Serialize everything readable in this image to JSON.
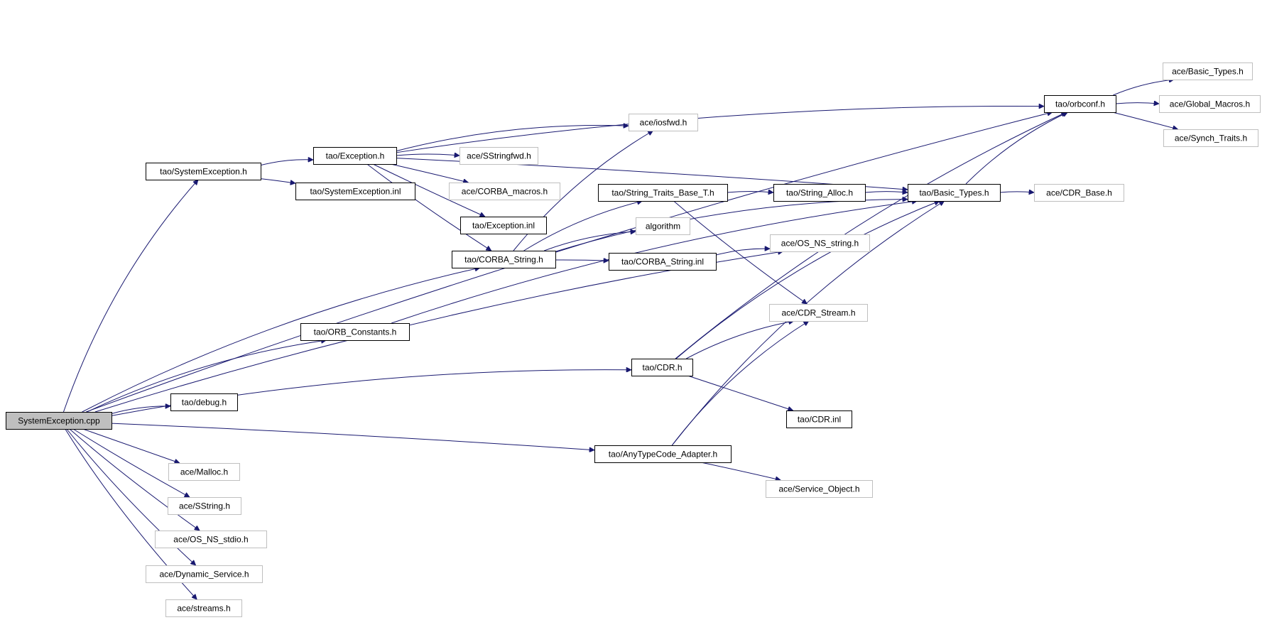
{
  "colors": {
    "edge": "#191970",
    "root_fill": "#bfbfbf",
    "local_border": "#000000",
    "external_border": "#bfbfbf",
    "node_fill": "#ffffff"
  },
  "nodes": [
    {
      "id": "root",
      "label": "SystemException.cpp",
      "kind": "root"
    },
    {
      "id": "sysexc_h",
      "label": "tao/SystemException.h",
      "kind": "local"
    },
    {
      "id": "sysexc_inl",
      "label": "tao/SystemException.inl",
      "kind": "local"
    },
    {
      "id": "exception_h",
      "label": "tao/Exception.h",
      "kind": "local"
    },
    {
      "id": "sstringfwd",
      "label": "ace/SStringfwd.h",
      "kind": "external"
    },
    {
      "id": "corba_macros",
      "label": "ace/CORBA_macros.h",
      "kind": "external"
    },
    {
      "id": "exception_inl",
      "label": "tao/Exception.inl",
      "kind": "local"
    },
    {
      "id": "iosfwd",
      "label": "ace/iosfwd.h",
      "kind": "external"
    },
    {
      "id": "corba_string_h",
      "label": "tao/CORBA_String.h",
      "kind": "local"
    },
    {
      "id": "corba_string_inl",
      "label": "tao/CORBA_String.inl",
      "kind": "local"
    },
    {
      "id": "string_traits",
      "label": "tao/String_Traits_Base_T.h",
      "kind": "local"
    },
    {
      "id": "algorithm",
      "label": "algorithm",
      "kind": "external"
    },
    {
      "id": "string_alloc",
      "label": "tao/String_Alloc.h",
      "kind": "local"
    },
    {
      "id": "tao_basic_types",
      "label": "tao/Basic_Types.h",
      "kind": "local"
    },
    {
      "id": "cdr_base",
      "label": "ace/CDR_Base.h",
      "kind": "external"
    },
    {
      "id": "orbconf",
      "label": "tao/orbconf.h",
      "kind": "local"
    },
    {
      "id": "ace_basic_types",
      "label": "ace/Basic_Types.h",
      "kind": "external"
    },
    {
      "id": "global_macros",
      "label": "ace/Global_Macros.h",
      "kind": "external"
    },
    {
      "id": "synch_traits",
      "label": "ace/Synch_Traits.h",
      "kind": "external"
    },
    {
      "id": "os_ns_string",
      "label": "ace/OS_NS_string.h",
      "kind": "external"
    },
    {
      "id": "cdr_stream",
      "label": "ace/CDR_Stream.h",
      "kind": "external"
    },
    {
      "id": "orb_constants",
      "label": "tao/ORB_Constants.h",
      "kind": "local"
    },
    {
      "id": "tao_cdr_h",
      "label": "tao/CDR.h",
      "kind": "local"
    },
    {
      "id": "tao_cdr_inl",
      "label": "tao/CDR.inl",
      "kind": "local"
    },
    {
      "id": "debug_h",
      "label": "tao/debug.h",
      "kind": "local"
    },
    {
      "id": "anytypecode",
      "label": "tao/AnyTypeCode_Adapter.h",
      "kind": "local"
    },
    {
      "id": "service_object",
      "label": "ace/Service_Object.h",
      "kind": "external"
    },
    {
      "id": "malloc",
      "label": "ace/Malloc.h",
      "kind": "external"
    },
    {
      "id": "sstring",
      "label": "ace/SString.h",
      "kind": "external"
    },
    {
      "id": "os_ns_stdio",
      "label": "ace/OS_NS_stdio.h",
      "kind": "external"
    },
    {
      "id": "dynamic_service",
      "label": "ace/Dynamic_Service.h",
      "kind": "external"
    },
    {
      "id": "streams",
      "label": "ace/streams.h",
      "kind": "external"
    }
  ],
  "edges": [
    [
      "root",
      "sysexc_h"
    ],
    [
      "root",
      "orbconf"
    ],
    [
      "root",
      "corba_string_h"
    ],
    [
      "root",
      "os_ns_string"
    ],
    [
      "root",
      "orb_constants"
    ],
    [
      "root",
      "tao_cdr_h"
    ],
    [
      "root",
      "debug_h"
    ],
    [
      "root",
      "anytypecode"
    ],
    [
      "root",
      "malloc"
    ],
    [
      "root",
      "sstring"
    ],
    [
      "root",
      "os_ns_stdio"
    ],
    [
      "root",
      "dynamic_service"
    ],
    [
      "root",
      "streams"
    ],
    [
      "sysexc_h",
      "exception_h"
    ],
    [
      "sysexc_h",
      "sysexc_inl"
    ],
    [
      "exception_h",
      "orbconf"
    ],
    [
      "exception_h",
      "iosfwd"
    ],
    [
      "exception_h",
      "sstringfwd"
    ],
    [
      "exception_h",
      "tao_basic_types"
    ],
    [
      "exception_h",
      "corba_macros"
    ],
    [
      "exception_h",
      "exception_inl"
    ],
    [
      "exception_h",
      "corba_string_h"
    ],
    [
      "corba_string_h",
      "iosfwd"
    ],
    [
      "corba_string_h",
      "tao_basic_types"
    ],
    [
      "corba_string_h",
      "string_traits"
    ],
    [
      "corba_string_h",
      "algorithm"
    ],
    [
      "corba_string_h",
      "corba_string_inl"
    ],
    [
      "corba_string_inl",
      "os_ns_string"
    ],
    [
      "string_traits",
      "string_alloc"
    ],
    [
      "string_traits",
      "cdr_stream"
    ],
    [
      "string_alloc",
      "tao_basic_types"
    ],
    [
      "tao_basic_types",
      "cdr_base"
    ],
    [
      "tao_basic_types",
      "orbconf"
    ],
    [
      "orbconf",
      "ace_basic_types"
    ],
    [
      "orbconf",
      "global_macros"
    ],
    [
      "orbconf",
      "synch_traits"
    ],
    [
      "orb_constants",
      "tao_basic_types"
    ],
    [
      "tao_cdr_h",
      "cdr_stream"
    ],
    [
      "tao_cdr_h",
      "tao_basic_types"
    ],
    [
      "tao_cdr_h",
      "orbconf"
    ],
    [
      "tao_cdr_h",
      "tao_cdr_inl"
    ],
    [
      "anytypecode",
      "cdr_stream"
    ],
    [
      "anytypecode",
      "tao_basic_types"
    ],
    [
      "anytypecode",
      "service_object"
    ]
  ]
}
